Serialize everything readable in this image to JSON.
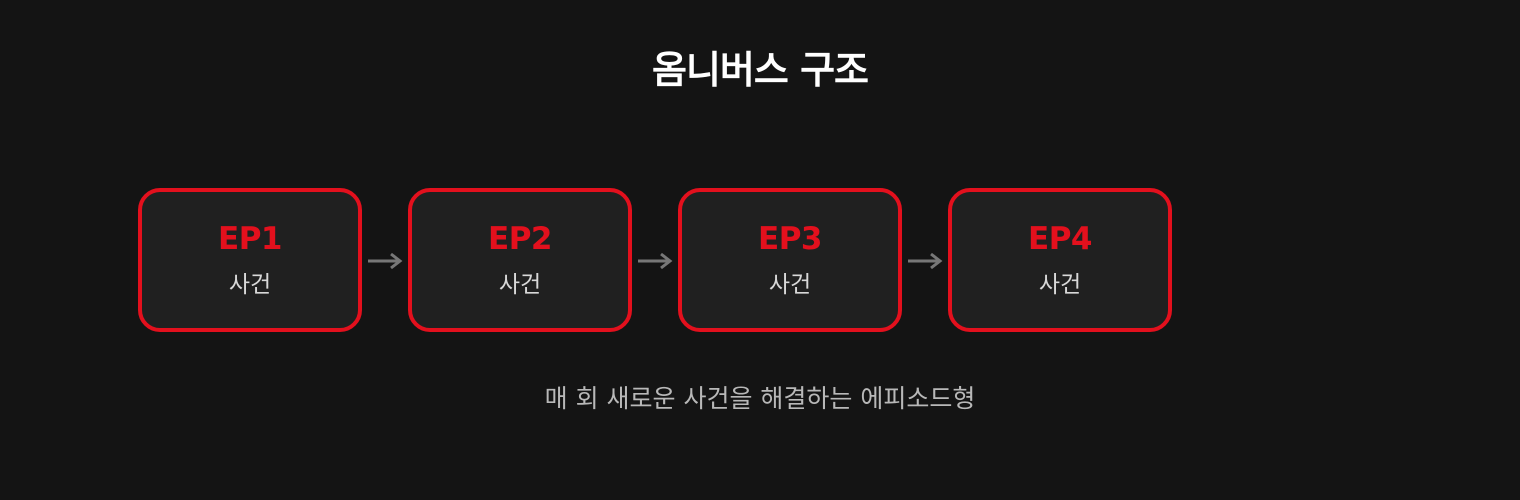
{
  "title": "옴니버스 구조",
  "steps": [
    {
      "label": "EP1",
      "sub": "사건"
    },
    {
      "label": "EP2",
      "sub": "사건"
    },
    {
      "label": "EP3",
      "sub": "사건"
    },
    {
      "label": "EP4",
      "sub": "사건"
    }
  ],
  "caption": "매 회 새로운 사건을 해결하는 에피소드형",
  "colors": {
    "background": "#141414",
    "accent": "#e3101d",
    "card_fill": "#202020",
    "arrow": "#777777"
  },
  "icons": {
    "connector": "arrow-right-icon"
  }
}
